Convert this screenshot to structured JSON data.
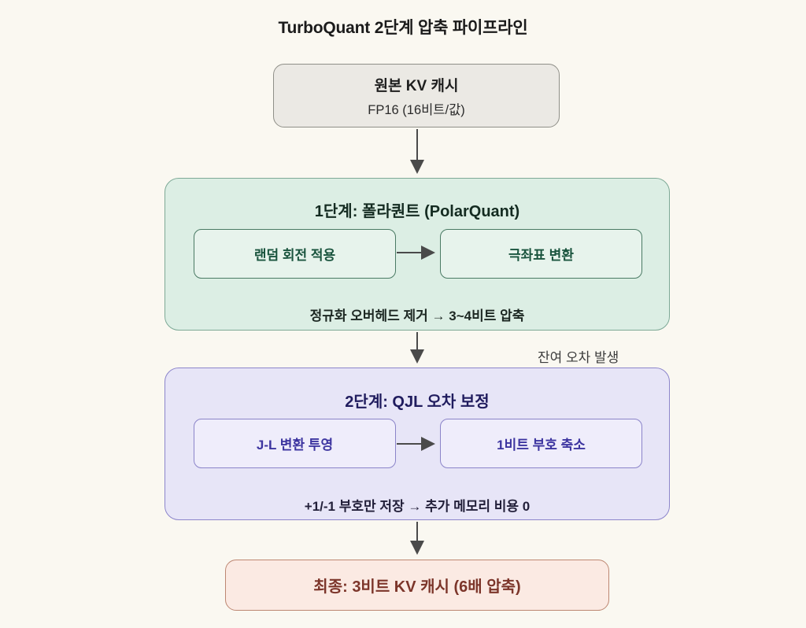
{
  "title": "TurboQuant 2단계 압축 파이프라인",
  "nodes": {
    "source": {
      "title": "원본 KV 캐시",
      "subtitle": "FP16 (16비트/값)"
    },
    "stage1": {
      "title": "1단계: 폴라퀀트 (PolarQuant)",
      "steps": [
        {
          "label": "랜덤 회전 적용"
        },
        {
          "label": "극좌표 변환"
        }
      ],
      "caption": "정규화 오버헤드 제거 → 3~4비트 압축"
    },
    "edge_label_stage1_to_stage2": "잔여 오차 발생",
    "stage2": {
      "title": "2단계: QJL 오차 보정",
      "steps": [
        {
          "label": "J-L 변환 투영"
        },
        {
          "label": "1비트 부호 축소"
        }
      ],
      "caption": "+1/-1 부호만 저장 → 추가 메모리 비용 0"
    },
    "final": {
      "title": "최종: 3비트 KV 캐시 (6배 압축)"
    }
  },
  "colors": {
    "background": "#faf8f1",
    "source_fill": "#ebe9e4",
    "source_border": "#8f8f88",
    "stage1_fill": "#dceee4",
    "stage1_border": "#7da996",
    "stage1_text": "#1a543e",
    "stage2_fill": "#e7e5f7",
    "stage2_border": "#8c85cb",
    "stage2_text": "#3d35a0",
    "final_fill": "#fbeae3",
    "final_border": "#bd8772",
    "final_text": "#7c352a",
    "arrow": "#4a4a4a"
  }
}
